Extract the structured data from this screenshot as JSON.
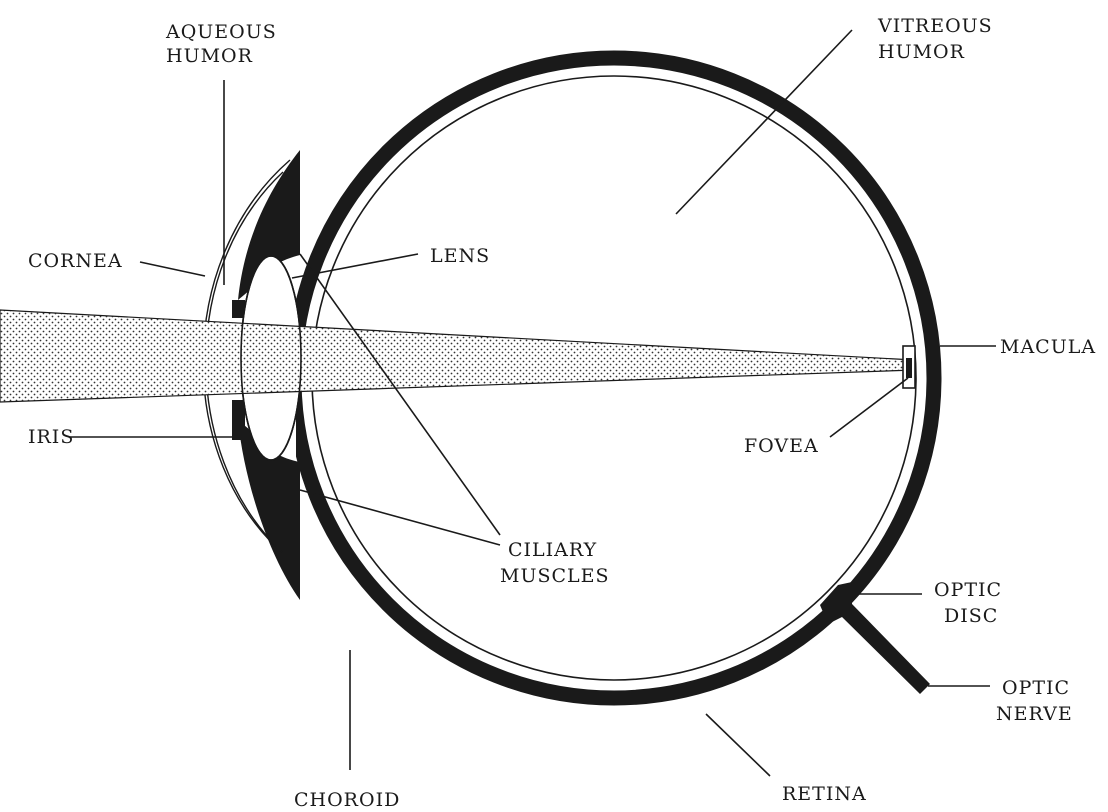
{
  "labels": {
    "aqueous_humor": [
      "AQUEOUS",
      "HUMOR"
    ],
    "vitreous_humor": [
      "VITREOUS",
      "HUMOR"
    ],
    "cornea": "CORNEA",
    "lens": "LENS",
    "macula": "MACULA",
    "iris": "IRIS",
    "fovea": "FOVEA",
    "ciliary_muscles": [
      "CILIARY",
      "MUSCLES"
    ],
    "optic_disc": [
      "OPTIC",
      "DISC"
    ],
    "optic_nerve": [
      "OPTIC",
      "NERVE"
    ],
    "choroid": "CHOROID",
    "retina": "RETINA"
  },
  "colors": {
    "ink": "#1a1a1a",
    "background": "#ffffff"
  }
}
